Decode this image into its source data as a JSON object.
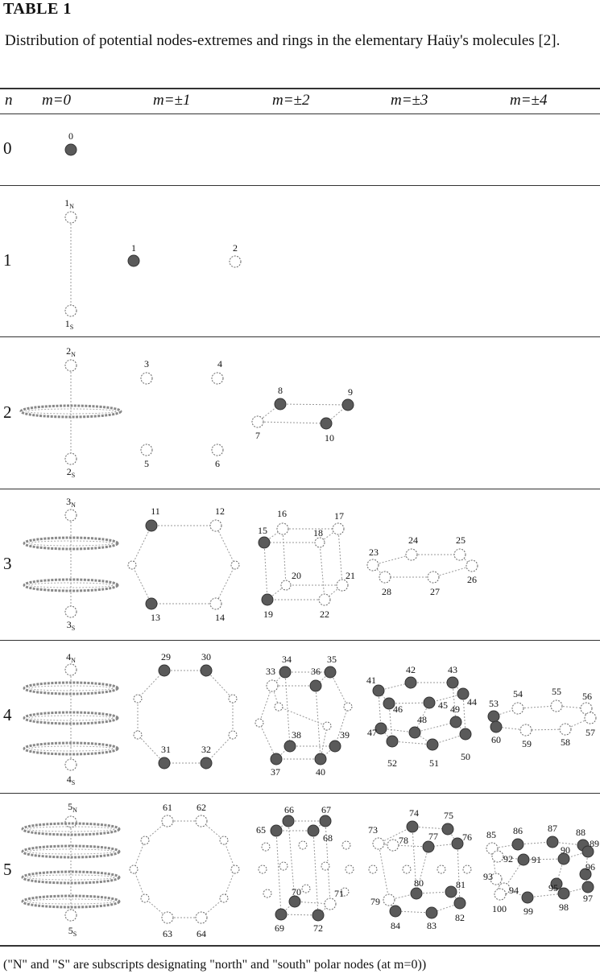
{
  "title": "TABLE 1",
  "caption": "Distribution of potential nodes-extremes and rings in the elementary Haüy's molecules [2].",
  "header": {
    "n": "n",
    "m0": "m=0",
    "m1": "m=±1",
    "m2": "m=±2",
    "m3": "m=±3",
    "m4": "m=±4"
  },
  "rows": [
    {
      "n": "0"
    },
    {
      "n": "1"
    },
    {
      "n": "2"
    },
    {
      "n": "3"
    },
    {
      "n": "4"
    },
    {
      "n": "5"
    }
  ],
  "polar_labels": {
    "r1_north": "1N",
    "r1_south": "1S",
    "r2_north": "2N",
    "r2_south": "2S",
    "r3_north": "3N",
    "r3_south": "3S",
    "r4_north": "4N",
    "r4_south": "4S",
    "r5_north": "5N",
    "r5_south": "5S"
  },
  "node_labels": {
    "r0": [
      "0"
    ],
    "r1": [
      "1",
      "2"
    ],
    "r2": [
      "3",
      "4",
      "5",
      "6",
      "7",
      "8",
      "9",
      "10"
    ],
    "r3": [
      "11",
      "12",
      "13",
      "14",
      "15",
      "16",
      "17",
      "18",
      "19",
      "20",
      "21",
      "22",
      "23",
      "24",
      "25",
      "26",
      "27",
      "28"
    ],
    "r4": [
      "29",
      "30",
      "31",
      "32",
      "33",
      "34",
      "35",
      "36",
      "37",
      "38",
      "39",
      "40",
      "41",
      "42",
      "43",
      "44",
      "45",
      "46",
      "47",
      "48",
      "49",
      "50",
      "51",
      "52",
      "53",
      "54",
      "55",
      "56",
      "57",
      "58",
      "59",
      "60"
    ],
    "r5": [
      "61",
      "62",
      "63",
      "64",
      "65",
      "66",
      "67",
      "68",
      "69",
      "70",
      "71",
      "72",
      "73",
      "74",
      "75",
      "76",
      "77",
      "78",
      "79",
      "80",
      "81",
      "82",
      "83",
      "84",
      "85",
      "86",
      "87",
      "88",
      "89",
      "90",
      "91",
      "92",
      "93",
      "94",
      "95",
      "96",
      "97",
      "98",
      "99",
      "100"
    ]
  },
  "footer": "(\"N\" and \"S\" are subscripts designating \"north\" and \"south\" polar nodes (at m=0))",
  "colors": {
    "filled": "#5a5a5a",
    "ring": "#888888"
  }
}
